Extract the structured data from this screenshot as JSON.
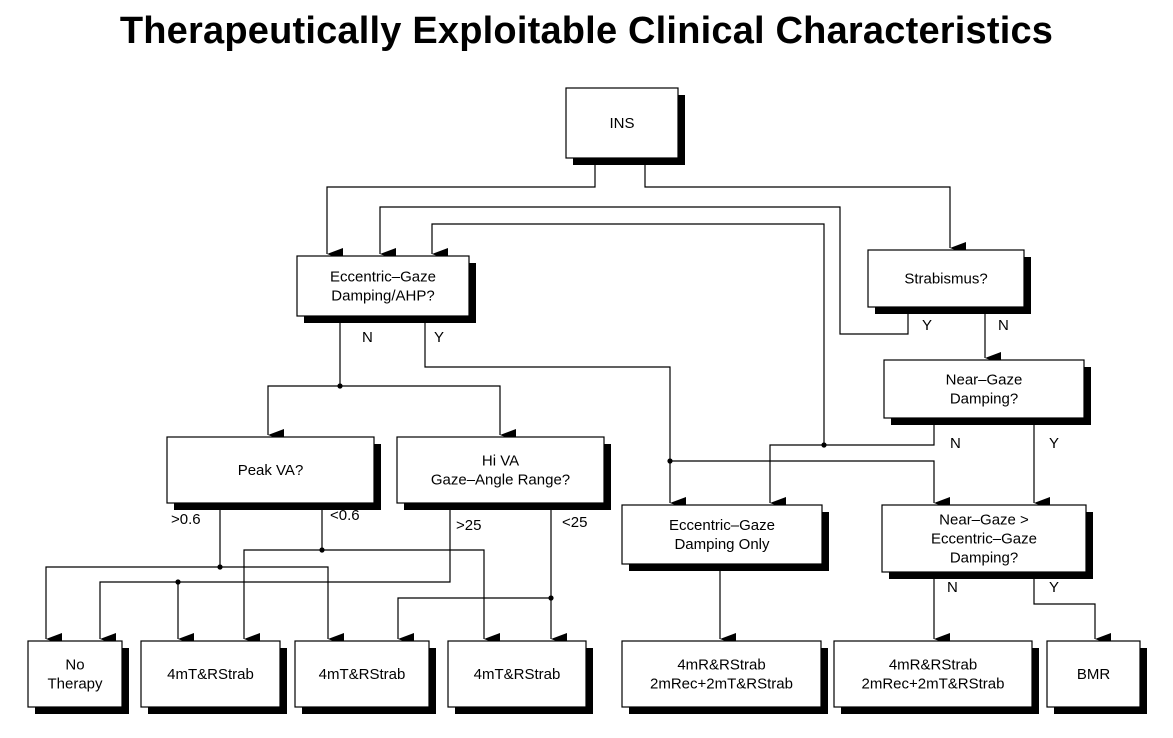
{
  "title": "Therapeutically Exploitable Clinical Characteristics",
  "nodes": {
    "ins": [
      "INS"
    ],
    "ecc_gaze": [
      "Eccentric–Gaze",
      "Damping/AHP?"
    ],
    "strabismus": [
      "Strabismus?"
    ],
    "near_gaze": [
      "Near–Gaze",
      "Damping?"
    ],
    "peak_va": [
      "Peak VA?"
    ],
    "hi_va": [
      "Hi VA",
      "Gaze–Angle Range?"
    ],
    "ecc_only": [
      "Eccentric–Gaze",
      "Damping Only"
    ],
    "near_gt_ecc": [
      "Near–Gaze >",
      "Eccentric–Gaze",
      "Damping?"
    ],
    "no_therapy": [
      "No",
      "Therapy"
    ],
    "t1": [
      "4mT&RStrab"
    ],
    "t2": [
      "4mT&RStrab"
    ],
    "t3": [
      "4mT&RStrab"
    ],
    "t4": [
      "4mR&RStrab",
      "2mRec+2mT&RStrab"
    ],
    "t5": [
      "4mR&RStrab",
      "2mRec+2mT&RStrab"
    ],
    "bmr": [
      "BMR"
    ]
  },
  "edge_labels": {
    "ecc_n": "N",
    "ecc_y": "Y",
    "strab_y": "Y",
    "strab_n": "N",
    "near_n": "N",
    "near_y": "Y",
    "va_high": ">0.6",
    "va_low": "<0.6",
    "range_high": ">25",
    "range_low": "<25",
    "ngte_n": "N",
    "ngte_y": "Y"
  }
}
